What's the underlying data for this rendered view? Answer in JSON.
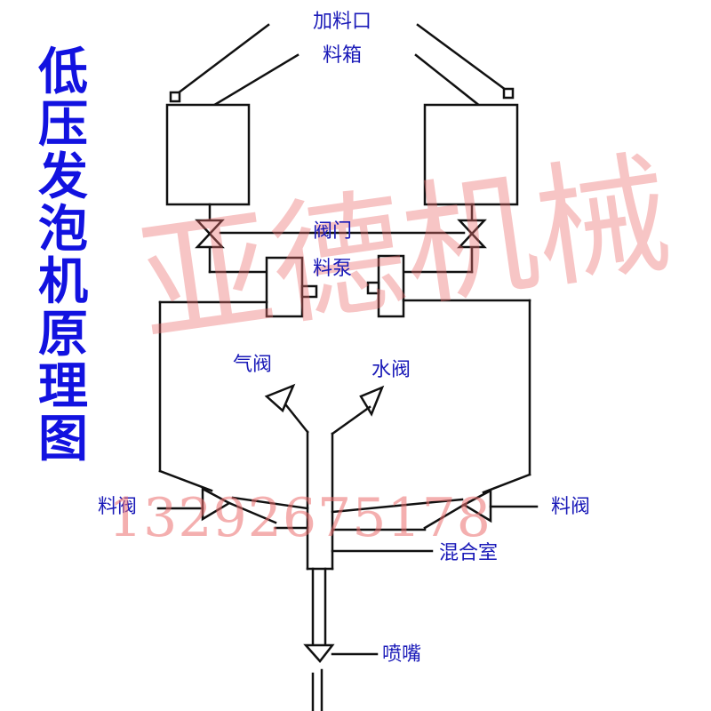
{
  "title": "低压发泡机原理图",
  "labels": {
    "inlet": "加料口",
    "tank": "料箱",
    "valve": "阀门",
    "pump": "料泵",
    "air_valve": "气阀",
    "water_valve": "水阀",
    "material_valve_left": "料阀",
    "material_valve_right": "料阀",
    "mixing_chamber": "混合室",
    "nozzle": "喷嘴"
  },
  "watermark": {
    "company": "亚德机械",
    "phone": "13292675178"
  },
  "colors": {
    "line": "#111111",
    "title": "#1212e0",
    "label": "#1a1ab8",
    "watermark": "#eb6e6e"
  }
}
